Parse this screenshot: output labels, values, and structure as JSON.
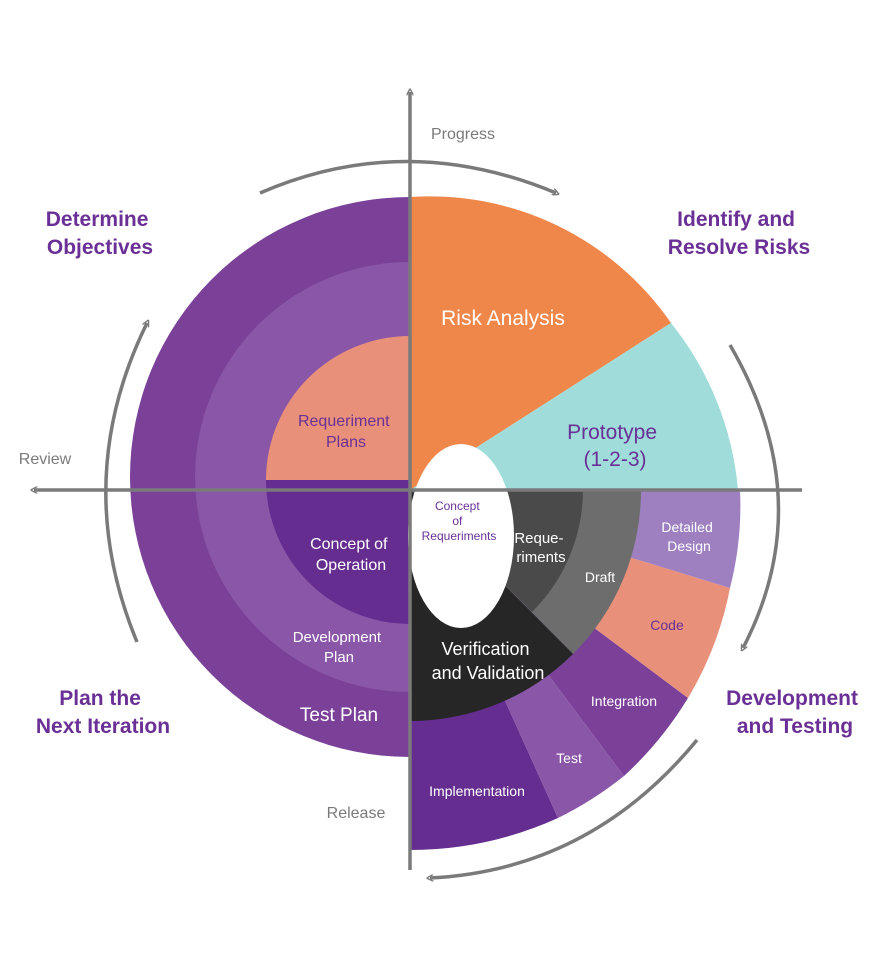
{
  "colors": {
    "purple_dark": "#662d91",
    "purple": "#7b4199",
    "purple_mid": "#8a56a8",
    "purple_light": "#9e80c0",
    "orange": "#f0874a",
    "teal": "#9fdcda",
    "salmon": "#e8907a",
    "gray_dark": "#4a4a4a",
    "gray": "#6d6d6d",
    "black": "#262626",
    "text_purple": "#6a3096",
    "axis_gray": "#7a7a7a"
  },
  "axes": {
    "progress": "Progress",
    "review": "Review",
    "release": "Release"
  },
  "quadrants": {
    "top_left": {
      "line1": "Determine",
      "line2": "Objectives"
    },
    "top_right": {
      "line1": "Identify and",
      "line2": "Resolve Risks"
    },
    "bottom_left": {
      "line1": "Plan the",
      "line2": "Next Iteration"
    },
    "bottom_right": {
      "line1": "Development",
      "line2": "and Testing"
    }
  },
  "segments": {
    "risk_analysis": "Risk Analysis",
    "prototype": {
      "line1": "Prototype",
      "line2": "(1-2-3)"
    },
    "requirement_plans": {
      "line1": "Requeriment",
      "line2": "Plans"
    },
    "concept_of_operation": {
      "line1": "Concept of",
      "line2": "Operation"
    },
    "development_plan": {
      "line1": "Development",
      "line2": "Plan"
    },
    "test_plan": "Test Plan",
    "concept_of_requirements": {
      "line1": "Concept",
      "line2": "of",
      "line3": "Requeriments"
    },
    "requirements": {
      "line1": "Reque-",
      "line2": "riments"
    },
    "draft": "Draft",
    "detailed_design": {
      "line1": "Detailed",
      "line2": "Design"
    },
    "code": "Code",
    "verification_validation": {
      "line1": "Verification",
      "line2": "and Validation"
    },
    "integration": "Integration",
    "test": "Test",
    "implementation": "Implementation"
  }
}
